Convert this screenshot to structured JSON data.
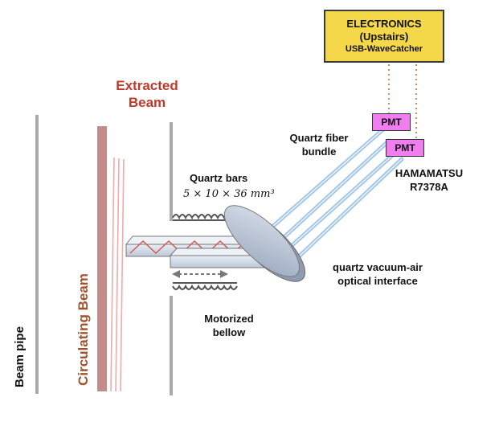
{
  "electronics": {
    "line1": "ELECTRONICS",
    "line2": "(Upstairs)",
    "line3": "USB-WaveCatcher"
  },
  "pmt": {
    "label_1": "PMT",
    "label_2": "PMT"
  },
  "labels": {
    "extracted_beam_line1": "Extracted",
    "extracted_beam_line2": "Beam",
    "quartz_fiber_line1": "Quartz fiber",
    "quartz_fiber_line2": "bundle",
    "hamamatsu_line1": "HAMAMATSU",
    "hamamatsu_line2": "R7378A",
    "quartz_bars": "Quartz bars",
    "quartz_bars_dims": "5 × 10 × 36 mm³",
    "interface_line1": "quartz vacuum-air",
    "interface_line2": "optical interface",
    "bellow_line1": "Motorized",
    "bellow_line2": "bellow",
    "beam_pipe": "Beam pipe",
    "circulating_beam": "Circulating Beam"
  },
  "colors": {
    "extracted_beam": "#c0392b",
    "circulating_beam": "#a0522d",
    "electronics_fill": "#f5d84a",
    "pmt_fill": "#f07ef0",
    "fiber": "#9fc4e6",
    "disk": "#b7c3d6"
  }
}
